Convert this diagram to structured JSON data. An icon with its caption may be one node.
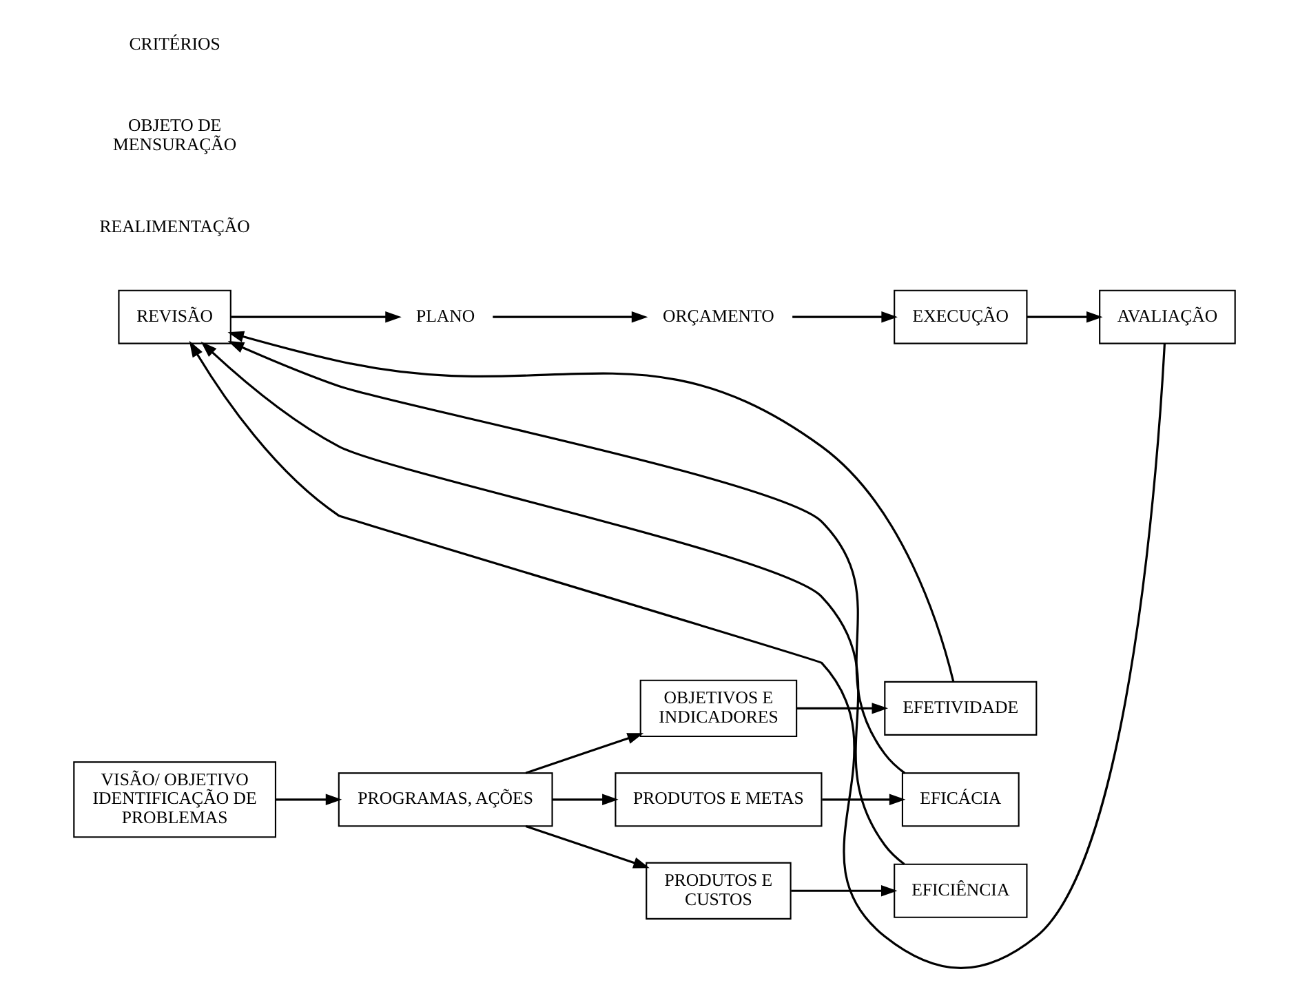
{
  "diagram": {
    "nodes": [
      {
        "text": [
          "REVISÃO"
        ]
      },
      {
        "text": [
          "VISÃO/ OBJETIVO IDENTIFICAÇÃO DE PROBLEMAS"
        ]
      },
      {
        "text": [
          "PLANO"
        ]
      },
      {
        "text": [
          "ORÇAMENTO"
        ]
      },
      {
        "text": [
          "PROGRAMAS, AÇÕES"
        ]
      },
      {
        "text": [
          "OBJETIVOS E INDICADORES"
        ]
      },
      {
        "text": [
          "EFETIVIDADE"
        ]
      },
      {
        "text": [
          "PRODUTOS E METAS"
        ]
      },
      {
        "text": [
          "EFICÁCIA"
        ]
      },
      {
        "text": [
          "PRODUTOS E CUSTOS"
        ]
      },
      {
        "text": [
          "EFICIÊNCIA"
        ]
      },
      {
        "text": [
          "EXECUÇÃO"
        ]
      },
      {
        "text": [
          "AVALIAÇÃO"
        ]
      }
    ],
    "edges": [
      {
        "from": 0,
        "to": 2,
        "arrow": "to"
      },
      {
        "from": 2,
        "to": 3,
        "arrow": "to"
      },
      {
        "from": 3,
        "to": 11,
        "arrow": "to"
      },
      {
        "from": 1,
        "to": 4,
        "arrow": "to"
      },
      {
        "from": 4,
        "to": 5,
        "arrow": "to"
      },
      {
        "from": 4,
        "to": 7,
        "arrow": "to"
      },
      {
        "from": 4,
        "to": 9,
        "arrow": "to"
      },
      {
        "from": 5,
        "to": 6,
        "arrow": "to"
      },
      {
        "from": 7,
        "to": 8,
        "arrow": "to"
      },
      {
        "from": 9,
        "to": 10,
        "arrow": "to"
      },
      {
        "from": 11,
        "to": 12,
        "arrow": "to"
      },
      {
        "from": 6,
        "to": 0,
        "arrow": "to"
      },
      {
        "from": 8,
        "to": 0,
        "arrow": "to"
      },
      {
        "from": 10,
        "to": 0,
        "arrow": "to"
      },
      {
        "from": 12,
        "to": 0,
        "arrow": "to"
      }
    ],
    "labels": [
      "REALIMENTAÇÃO",
      "OBJETO DE MENSURAÇÃO",
      "CRITÉRIOS"
    ]
  }
}
